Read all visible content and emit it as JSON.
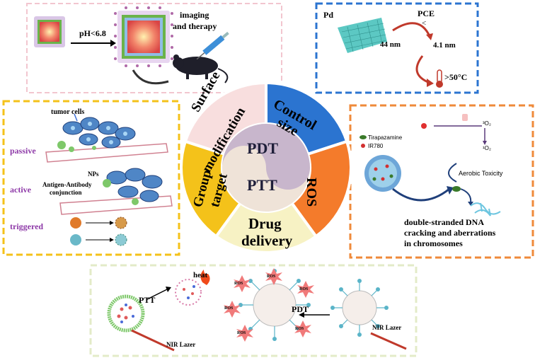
{
  "center": {
    "inner_top": "PDT",
    "inner_bottom": "PTT",
    "segments": [
      {
        "label": "Surface modification",
        "color": "#f8dede"
      },
      {
        "label": "Control size",
        "color": "#2b74d0"
      },
      {
        "label": "ROS",
        "color": "#f47b2b"
      },
      {
        "label": "Drug delivery",
        "color": "#f7f2c4"
      },
      {
        "label": "Group target",
        "color": "#f4c21a"
      }
    ],
    "inner_colors": {
      "top": "#c8b6cc",
      "bottom": "#efe3d8"
    }
  },
  "panel_ph": {
    "condition": "pH<6.8",
    "outcome_line1": "imaging",
    "outcome_line2": "and therapy",
    "border_color": "#f2c6cf"
  },
  "panel_size": {
    "metal": "Pd",
    "effect": "PCE",
    "compare": "<",
    "size_large": "44 nm",
    "size_small": "4.1 nm",
    "temperature": ">50°C",
    "border_color": "#2b74d0"
  },
  "panel_target": {
    "tumor_label": "tumor cells",
    "passive": "passive",
    "active": "active",
    "triggered": "triggered",
    "nps": "NPs",
    "conjunction_line1": "Antigen-Antibody",
    "conjunction_line2": "conjunction",
    "border_color": "#f4c21a"
  },
  "panel_ros": {
    "drug1": "Tirapazamine",
    "drug2": "IR780",
    "o2_triplet": "³O₂",
    "o2_singlet": "¹O₂",
    "toxicity": "Aerobic Toxicity",
    "result_line1": "double-stranded DNA",
    "result_line2": "cracking and aberrations",
    "result_line3": "in chromosomes",
    "border_color": "#ef8a3a"
  },
  "panel_bottom": {
    "ptt": "PTT",
    "heat": "heat",
    "pdt": "PDT",
    "nir_left": "NIR Lazer",
    "nir_right": "NIR Lazer",
    "ros": "ROS",
    "border_color": "#e3ebc8"
  }
}
